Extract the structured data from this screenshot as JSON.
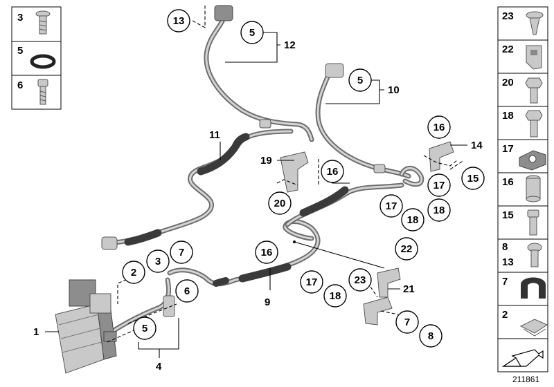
{
  "diagram": {
    "reference_number": "211861",
    "callouts": {
      "c1": "1",
      "c2": "2",
      "c3": "3",
      "c4": "4",
      "c5a": "5",
      "c5b": "5",
      "c5c": "5",
      "c6": "6",
      "c7a": "7",
      "c7b": "7",
      "c8": "8",
      "c9": "9",
      "c10": "10",
      "c11": "11",
      "c12": "12",
      "c13": "13",
      "c14": "14",
      "c15": "15",
      "c16a": "16",
      "c16b": "16",
      "c16c": "16",
      "c17a": "17",
      "c17b": "17",
      "c17c": "17",
      "c18a": "18",
      "c18b": "18",
      "c18c": "18",
      "c19": "19",
      "c20": "20",
      "c21": "21",
      "c22": "22",
      "c23": "23"
    },
    "left_panel": [
      {
        "label": "3",
        "icon": "torx-bolt-icon"
      },
      {
        "label": "5",
        "icon": "o-ring-icon"
      },
      {
        "label": "6",
        "icon": "socket-head-bolt-icon"
      }
    ],
    "right_panel": [
      {
        "label": "23",
        "icon": "flange-screw-icon"
      },
      {
        "label": "22",
        "icon": "clip-nut-icon"
      },
      {
        "label": "20",
        "icon": "hex-bolt-icon"
      },
      {
        "label": "18",
        "icon": "hex-bolt-icon"
      },
      {
        "label": "17",
        "icon": "clamp-icon"
      },
      {
        "label": "16",
        "icon": "spacer-sleeve-icon"
      },
      {
        "label": "15",
        "icon": "socket-head-bolt-icon"
      },
      {
        "label": "8",
        "label2": "13",
        "icon": "button-head-screw-icon"
      },
      {
        "label": "7",
        "icon": "rubber-grommet-icon"
      },
      {
        "label": "2",
        "icon": "spring-nut-icon"
      },
      {
        "label": "",
        "icon": "arrow-icon"
      }
    ],
    "colors": {
      "line": "#000000",
      "pipe": "#6e6e6e",
      "hose": "#3a3a3a",
      "metal": "#c9c9c9"
    }
  }
}
